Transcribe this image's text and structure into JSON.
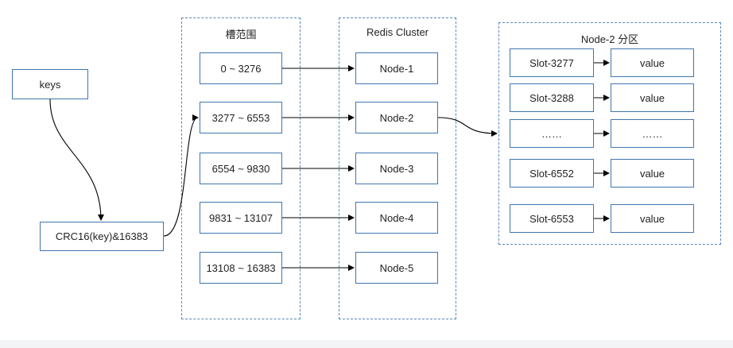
{
  "keys_box": "keys",
  "hash_box": "CRC16(key)&16383",
  "slot_ranges": {
    "title": "槽范围",
    "items": [
      "0 ~ 3276",
      "3277 ~ 6553",
      "6554 ~ 9830",
      "9831 ~ 13107",
      "13108 ~ 16383"
    ]
  },
  "cluster": {
    "title": "Redis Cluster",
    "nodes": [
      "Node-1",
      "Node-2",
      "Node-3",
      "Node-4",
      "Node-5"
    ]
  },
  "partition": {
    "title": "Node-2  分区",
    "slots": [
      "Slot-3277",
      "Slot-3288",
      "……",
      "Slot-6552",
      "Slot-6553"
    ],
    "values": [
      "value",
      "value",
      "……",
      "value",
      "value"
    ]
  },
  "colors": {
    "box_border": "#3f76b0",
    "group_border": "#5a86b8",
    "arrow": "#000000"
  }
}
